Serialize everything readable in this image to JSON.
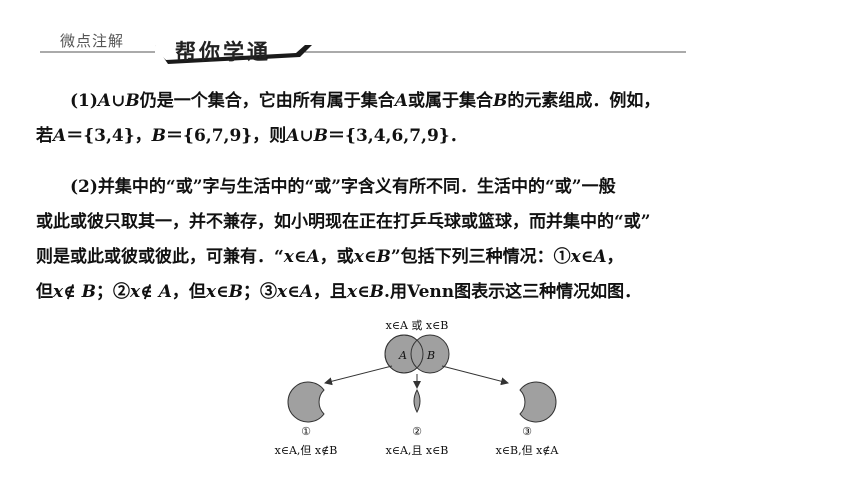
{
  "header": {
    "small_title": "微点注解",
    "big_title": "帮你学通"
  },
  "para1": {
    "line1": [
      {
        "t": "(1)",
        "i": false
      },
      {
        "t": "A",
        "i": true
      },
      {
        "t": "∪",
        "i": false
      },
      {
        "t": "B",
        "i": true
      },
      {
        "t": "仍是一个集合，它由所有属于集合",
        "i": false
      },
      {
        "t": "A",
        "i": true
      },
      {
        "t": "或属于集合",
        "i": false
      },
      {
        "t": "B",
        "i": true
      },
      {
        "t": "的元素组成．例如，",
        "i": false
      }
    ],
    "line2": [
      {
        "t": "若",
        "i": false
      },
      {
        "t": "A",
        "i": true
      },
      {
        "t": "＝{3,4}，",
        "i": false
      },
      {
        "t": "B",
        "i": true
      },
      {
        "t": "＝{6,7,9}，则",
        "i": false
      },
      {
        "t": "A",
        "i": true
      },
      {
        "t": "∪",
        "i": false
      },
      {
        "t": "B",
        "i": true
      },
      {
        "t": "＝{3,4,6,7,9}．",
        "i": false
      }
    ]
  },
  "para2": {
    "line1": [
      {
        "t": "(2)并集中的“或”字与生活中的“或”字含义有所不同．生活中的“或”一般",
        "i": false
      }
    ],
    "line2": [
      {
        "t": "或此或彼只取其一，并不兼存，如小明现在正在打乒乓球或篮球，而并集中的“或”",
        "i": false
      }
    ],
    "line3": [
      {
        "t": "则是或此或彼或彼此，可兼有．“",
        "i": false
      },
      {
        "t": "x",
        "i": true
      },
      {
        "t": "∈",
        "i": false
      },
      {
        "t": "A",
        "i": true
      },
      {
        "t": "，或",
        "i": false
      },
      {
        "t": "x",
        "i": true
      },
      {
        "t": "∈",
        "i": false
      },
      {
        "t": "B",
        "i": true
      },
      {
        "t": "”包括下列三种情况：①",
        "i": false
      },
      {
        "t": "x",
        "i": true
      },
      {
        "t": "∈",
        "i": false
      },
      {
        "t": "A",
        "i": true
      },
      {
        "t": "，",
        "i": false
      }
    ],
    "line4": [
      {
        "t": "但",
        "i": false
      },
      {
        "t": "x",
        "i": true
      },
      {
        "t": "∉ ",
        "i": false
      },
      {
        "t": "B",
        "i": true
      },
      {
        "t": "；②",
        "i": false
      },
      {
        "t": "x",
        "i": true
      },
      {
        "t": "∉ ",
        "i": false
      },
      {
        "t": "A",
        "i": true
      },
      {
        "t": "，但",
        "i": false
      },
      {
        "t": "x",
        "i": true
      },
      {
        "t": "∈",
        "i": false
      },
      {
        "t": "B",
        "i": true
      },
      {
        "t": "；③",
        "i": false
      },
      {
        "t": "x",
        "i": true
      },
      {
        "t": "∈",
        "i": false
      },
      {
        "t": "A",
        "i": true
      },
      {
        "t": "，且",
        "i": false
      },
      {
        "t": "x",
        "i": true
      },
      {
        "t": "∈",
        "i": false
      },
      {
        "t": "B",
        "i": true
      },
      {
        "t": ".用Venn图表示这三种情况如图．",
        "i": false
      }
    ]
  },
  "venn": {
    "top_caption": "x∈A 或 x∈B",
    "label_a": "A",
    "label_b": "B",
    "cases": [
      {
        "num": "①",
        "caption": "x∈A,但 x∉B"
      },
      {
        "num": "②",
        "caption": "x∈A,且 x∈B"
      },
      {
        "num": "③",
        "caption": "x∈B,但 x∉A"
      }
    ],
    "fill_color": "#a0a0a0"
  }
}
